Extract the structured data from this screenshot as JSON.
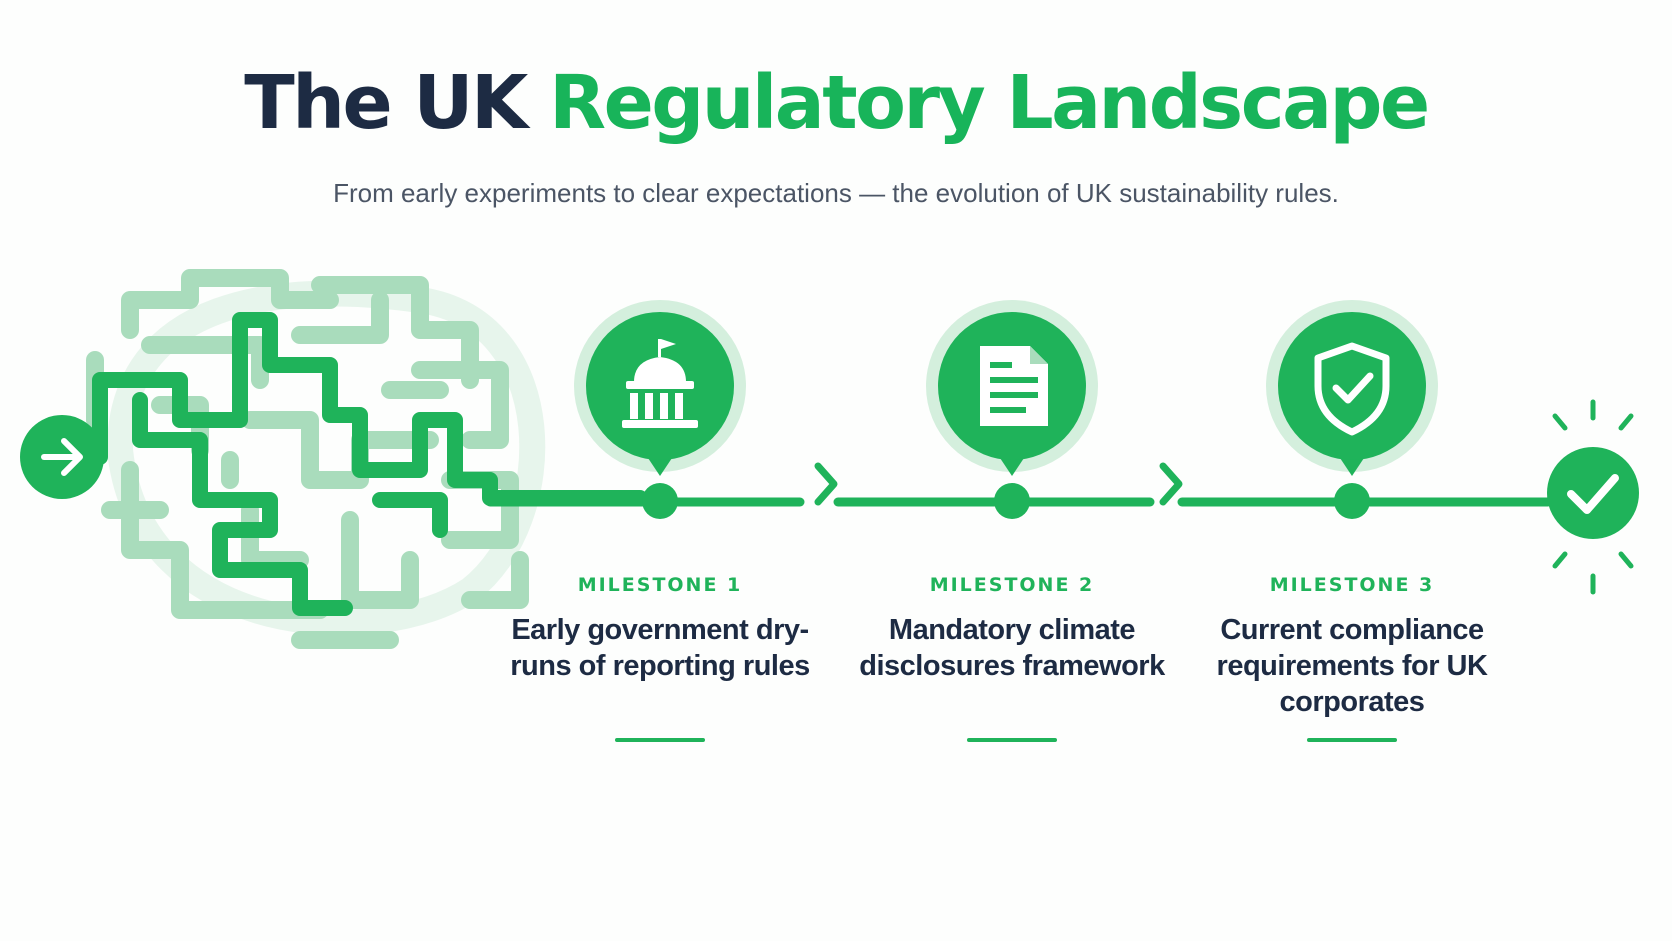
{
  "header": {
    "title_dark": "The UK",
    "title_green": "Regulatory Landscape",
    "subtitle": "From early experiments to clear expectations — the evolution of UK sustainability rules."
  },
  "colors": {
    "primary_green": "#1fb35a",
    "light_green": "#a9dcbc",
    "pale_green": "#d4efdd",
    "navy": "#1d2b43",
    "subtitle_gray": "#4b5565"
  },
  "icons": {
    "start": "arrow-right-icon",
    "milestone_1": "government-building-icon",
    "milestone_2": "document-icon",
    "milestone_3": "shield-check-icon",
    "end": "checkmark-icon",
    "maze": "maze-icon"
  },
  "milestones": [
    {
      "label": "MILESTONE 1",
      "text": "Early government dry-runs of reporting rules"
    },
    {
      "label": "MILESTONE 2",
      "text": "Mandatory climate disclosures framework"
    },
    {
      "label": "MILESTONE 3",
      "text": "Current compliance requirements for UK corporates"
    }
  ]
}
